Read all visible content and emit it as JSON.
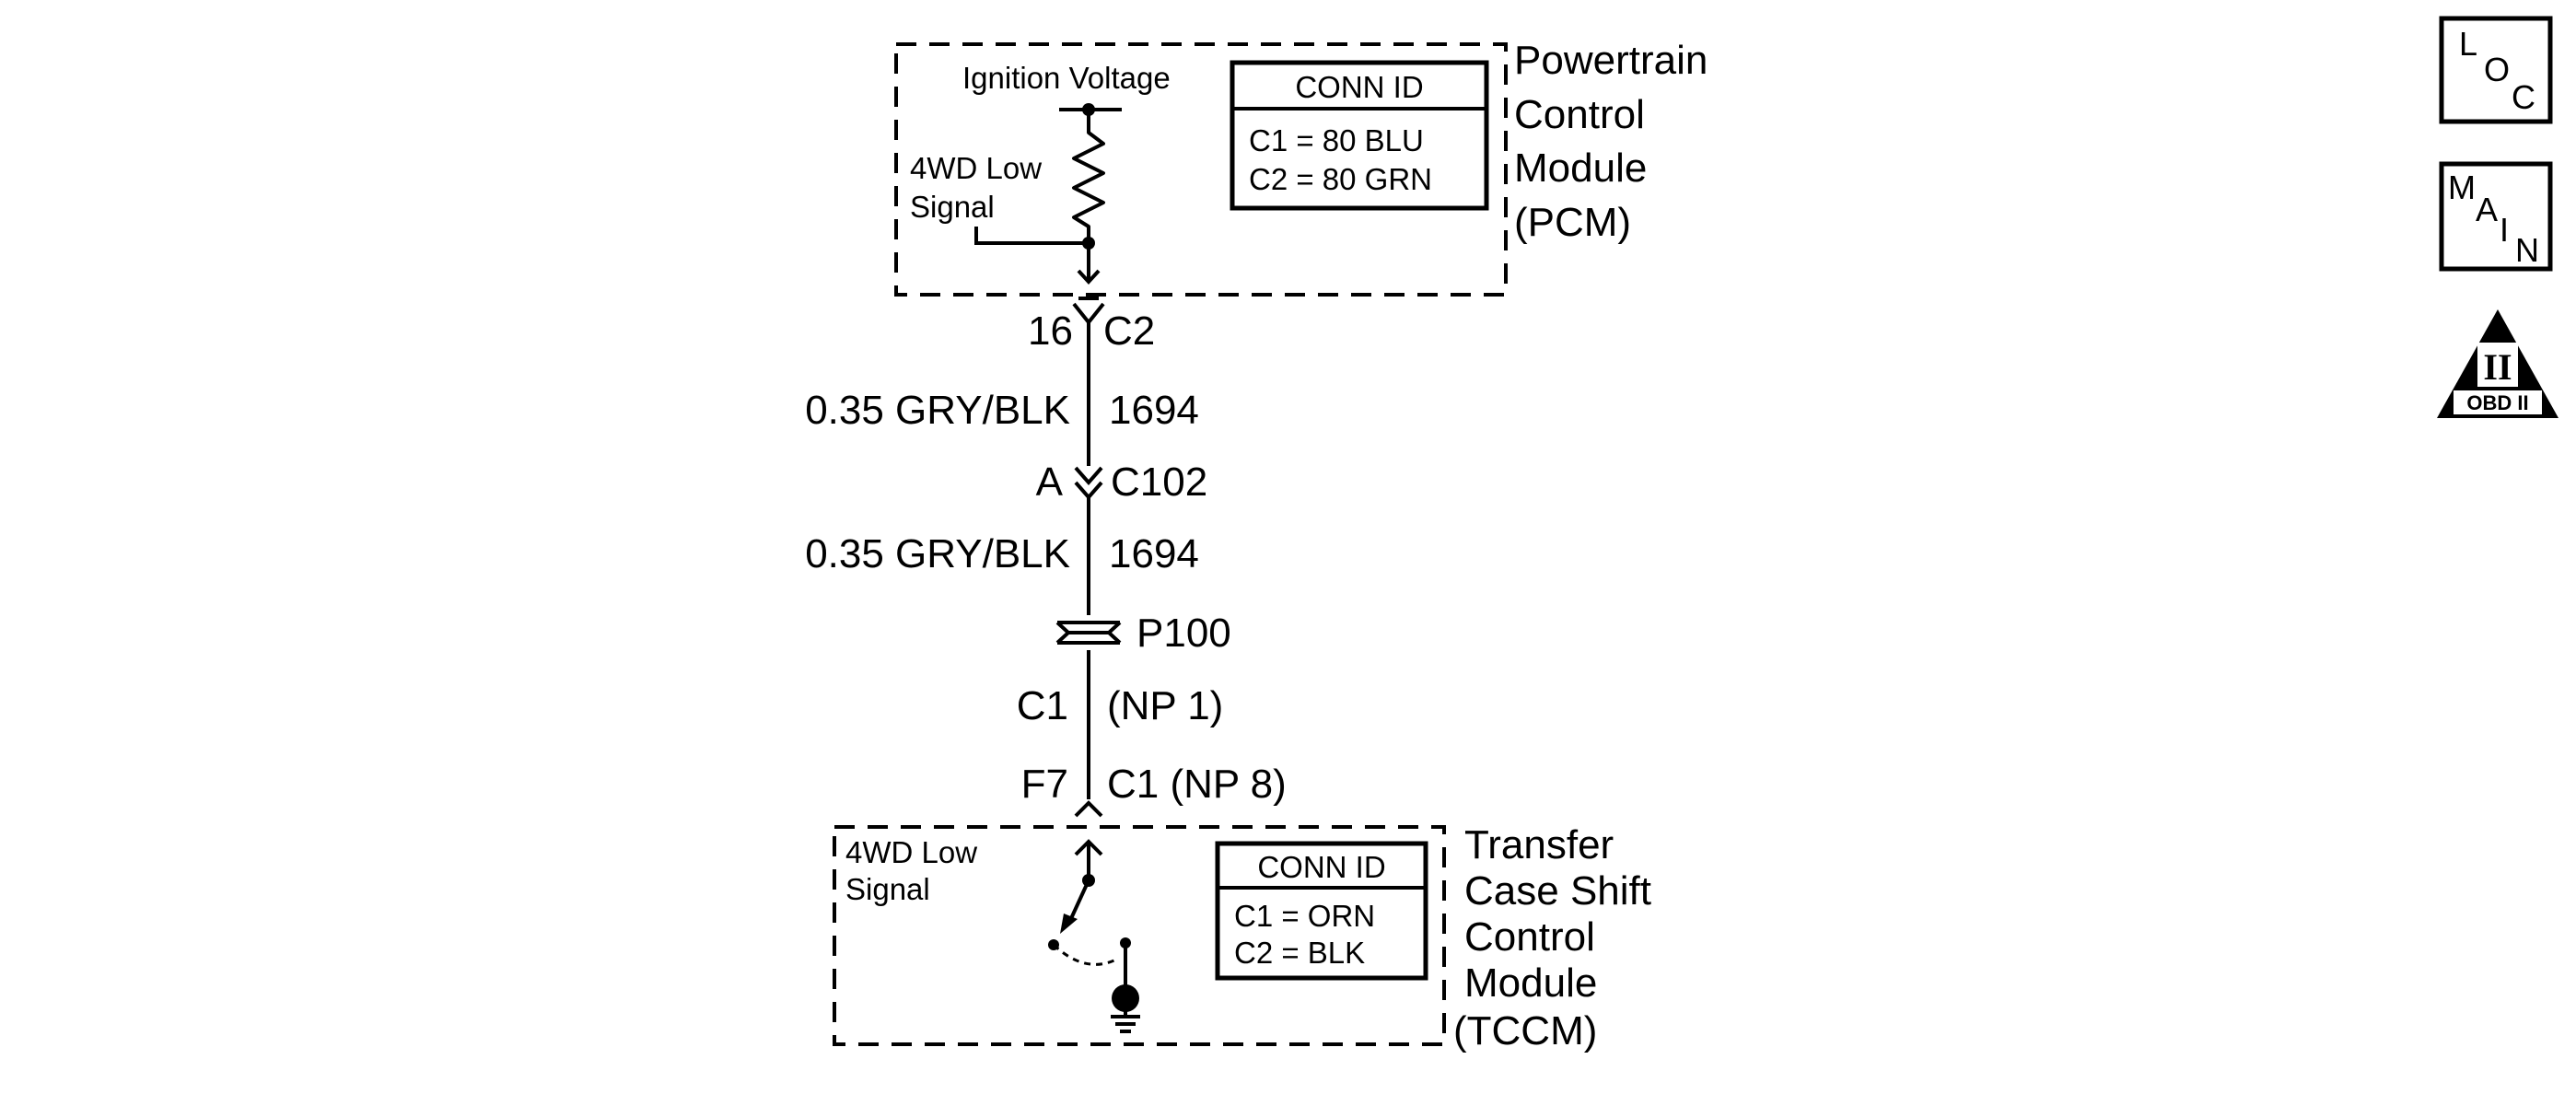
{
  "pcm": {
    "name_lines": [
      "Powertrain",
      "Control",
      "Module",
      "(PCM)"
    ],
    "ignition_label": "Ignition Voltage",
    "signal_label_lines": [
      "4WD Low",
      "Signal"
    ],
    "conn": {
      "title": "CONN ID",
      "rows": [
        "C1 = 80 BLU",
        "C2 = 80 GRN"
      ]
    }
  },
  "circuit": {
    "pcm_pin": "16",
    "pcm_connector": "C2",
    "wire1_gauge_color": "0.35 GRY/BLK",
    "wire1_circuit": "1694",
    "inline_pin": "A",
    "inline_connector": "C102",
    "wire2_gauge_color": "0.35 GRY/BLK",
    "wire2_circuit": "1694",
    "splice": "P100",
    "lower_left": "C1",
    "lower_right": "(NP 1)",
    "tccm_pin": "F7",
    "tccm_connector": "C1 (NP 8)"
  },
  "tccm": {
    "name_lines": [
      "Transfer",
      "Case Shift",
      "Control",
      "Module",
      "(TCCM)"
    ],
    "signal_label_lines": [
      "4WD Low",
      "Signal"
    ],
    "conn": {
      "title": "CONN ID",
      "rows": [
        "C1 = ORN",
        "C2 = BLK"
      ]
    }
  },
  "icons": {
    "loc": {
      "letters": [
        "L",
        "O",
        "C"
      ]
    },
    "main": {
      "letters": [
        "M",
        "A",
        "I",
        "N"
      ]
    },
    "obd": {
      "numeral": "II",
      "caption": "OBD II"
    }
  }
}
